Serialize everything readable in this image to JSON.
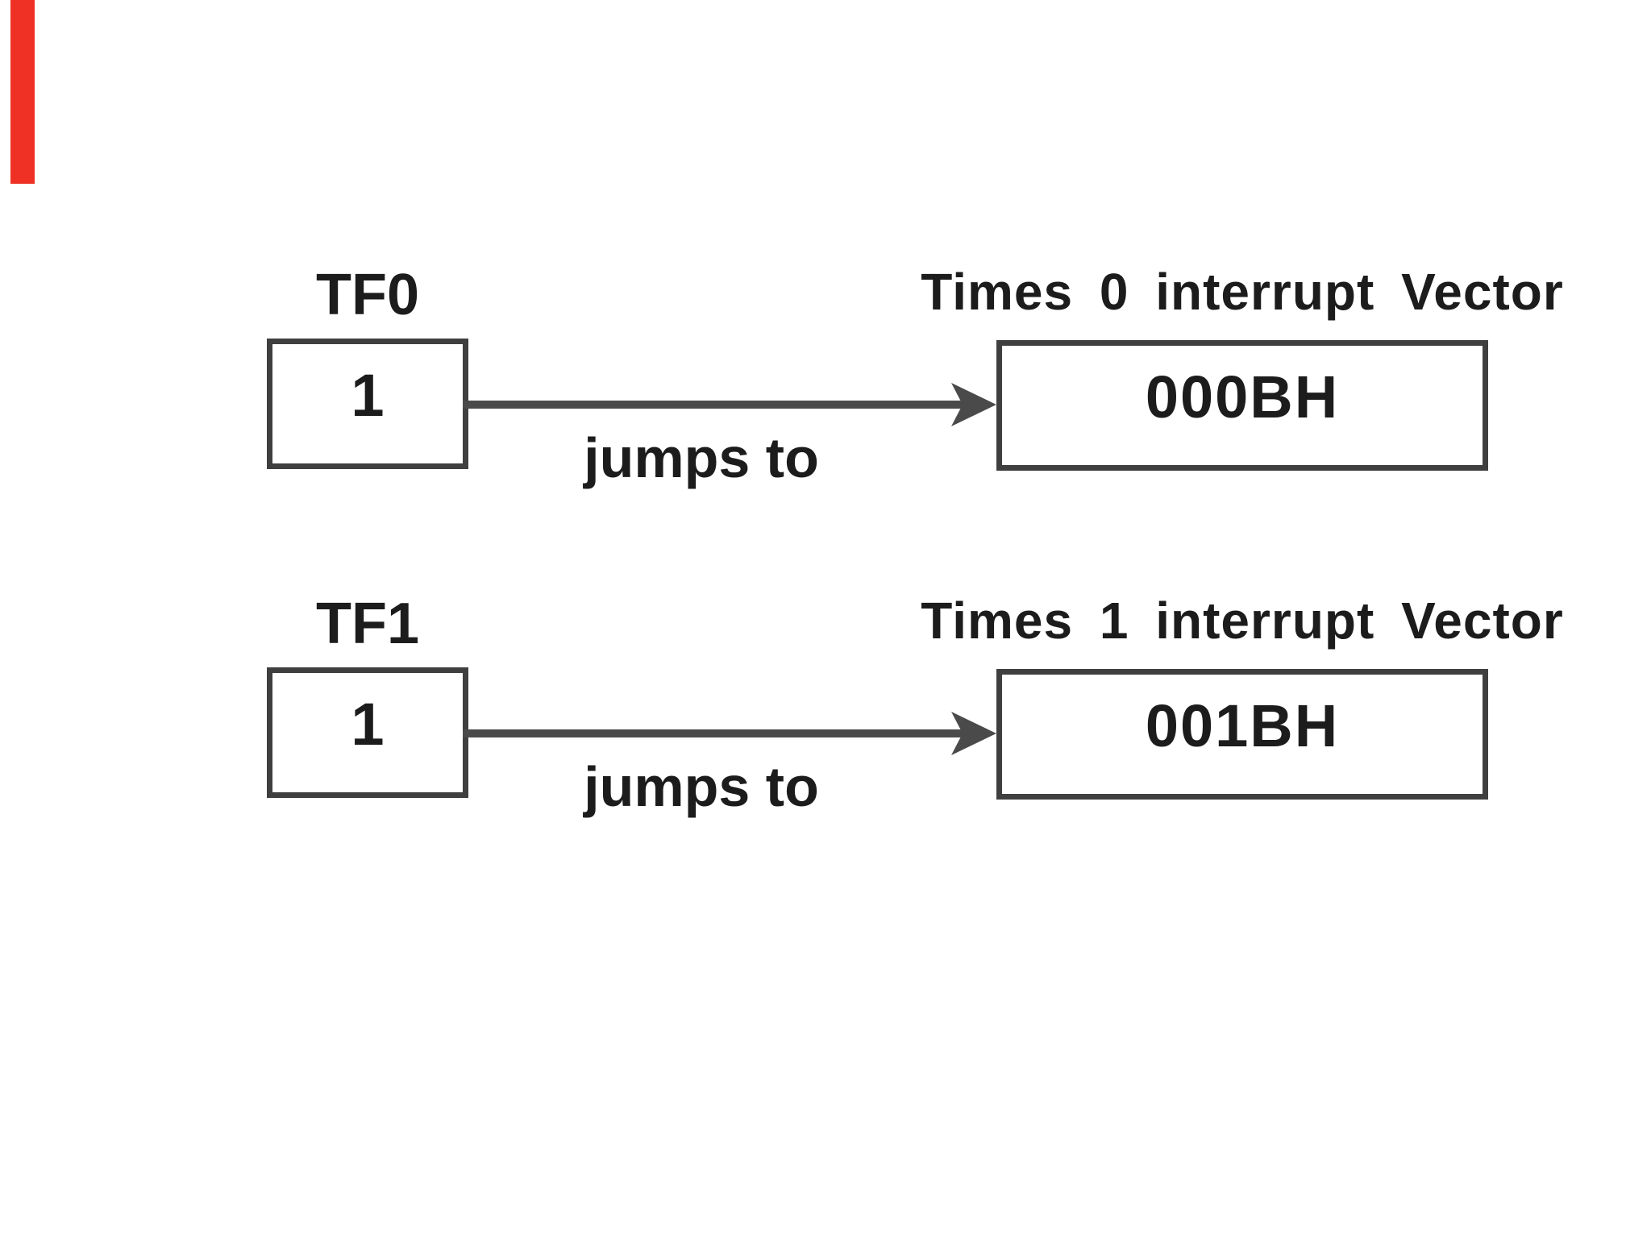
{
  "colors": {
    "background": "#ffffff",
    "box_border": "#3f3f3f",
    "arrow": "#4a4a4a",
    "text": "#1c1c1c",
    "marker_red": "#ee3124"
  },
  "rows": [
    {
      "flag_label": "TF0",
      "flag_value": "1",
      "arrow_label": "jumps to",
      "vector_label": "Times 0 interrupt Vector",
      "vector_value": "000BH"
    },
    {
      "flag_label": "TF1",
      "flag_value": "1",
      "arrow_label": "jumps to",
      "vector_label": "Times 1 interrupt Vector",
      "vector_value": "001BH"
    }
  ]
}
